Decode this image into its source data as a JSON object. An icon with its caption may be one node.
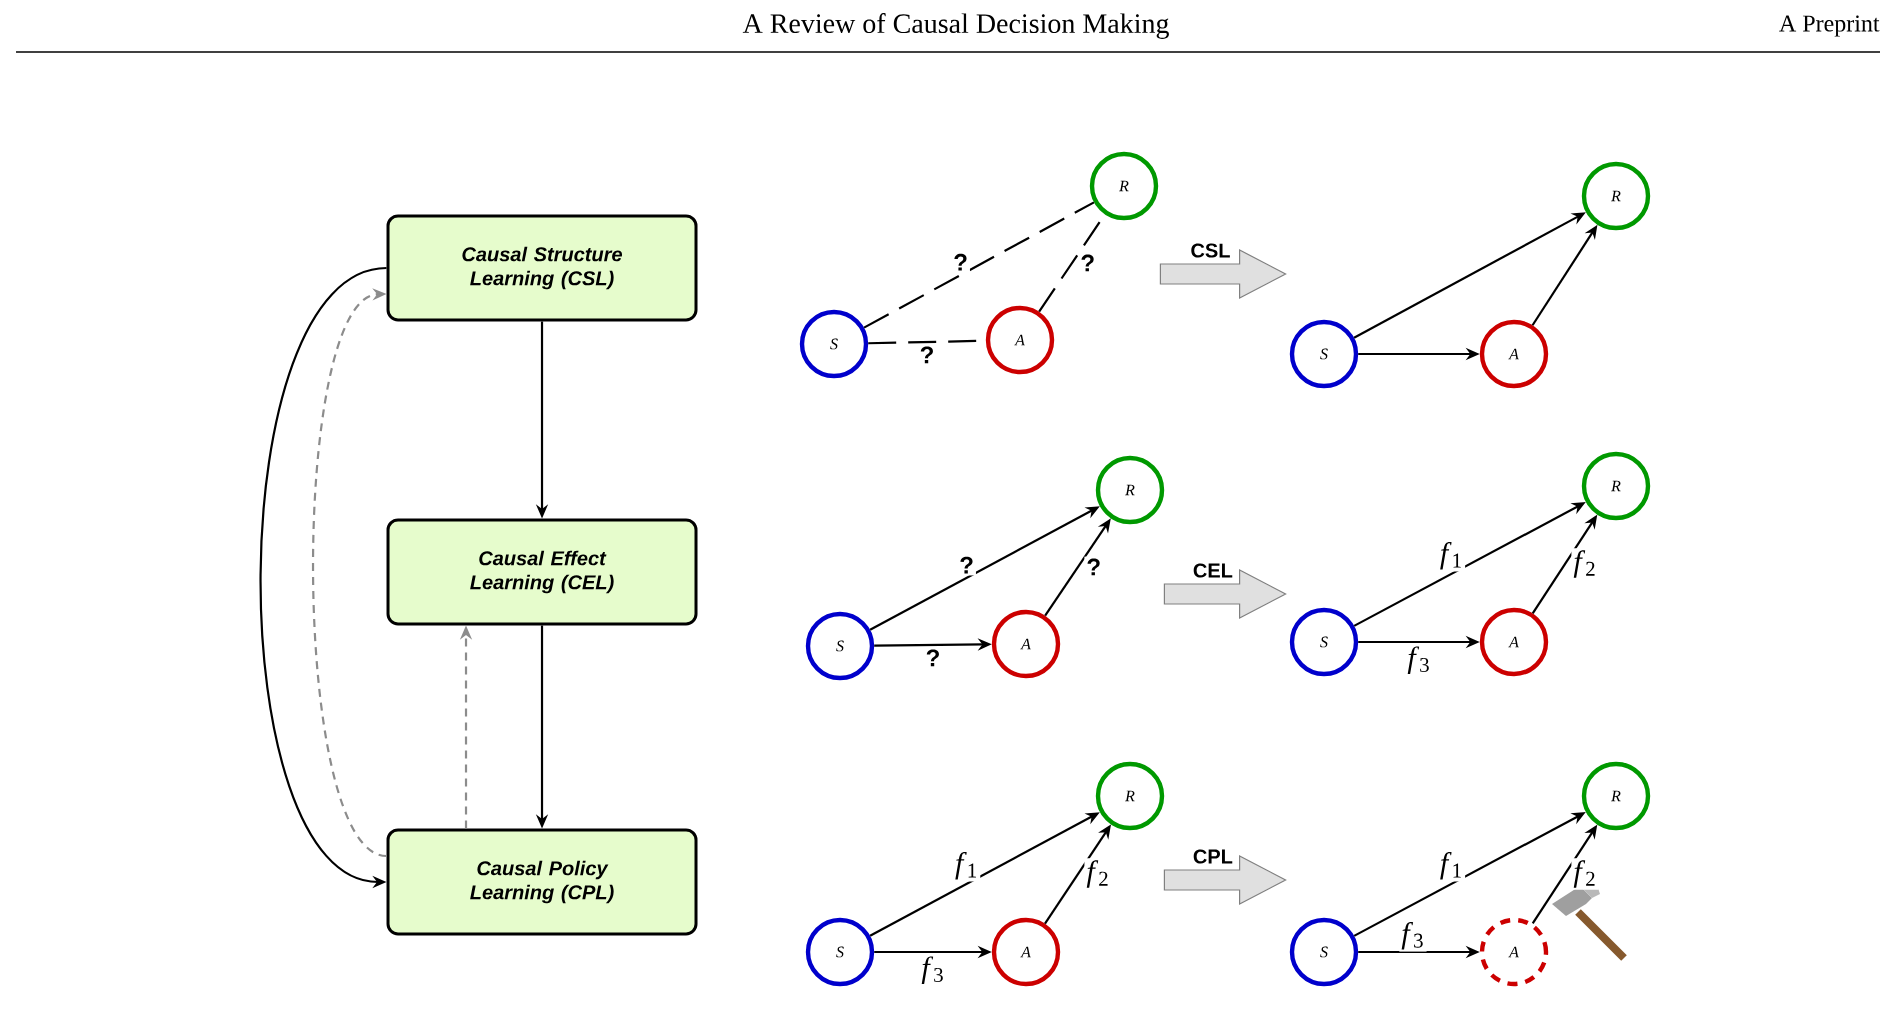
{
  "diagram": {
    "nodes": [
      {
        "text": [
          "Causal Structure Learning (CSL)"
        ]
      },
      {
        "text": [
          "Causal Effect Learning (CEL)"
        ]
      },
      {
        "text": [
          "Causal Policy Learning (CPL)"
        ]
      },
      {
        "text": [],
        "shape": "picture"
      },
      {
        "text": [
          "S"
        ],
        "in": 3
      },
      {
        "text": [
          "A"
        ],
        "in": 3
      },
      {
        "text": [
          "R"
        ],
        "in": 3
      },
      {
        "text": [],
        "shape": "picture"
      },
      {
        "text": [
          "S"
        ],
        "in": 7
      },
      {
        "text": [
          "A"
        ],
        "in": 7
      },
      {
        "text": [
          "R"
        ],
        "in": 7
      },
      {
        "text": [],
        "shape": "picture"
      },
      {
        "text": [
          "S"
        ],
        "in": 11
      },
      {
        "text": [
          "A"
        ],
        "in": 11
      },
      {
        "text": [
          "R"
        ],
        "in": 11
      },
      {
        "text": [],
        "shape": "picture"
      },
      {
        "text": [
          "S"
        ],
        "in": 15
      },
      {
        "text": [
          "A"
        ],
        "in": 15
      },
      {
        "text": [
          "R"
        ],
        "in": 15
      },
      {
        "text": [],
        "shape": "picture"
      },
      {
        "text": [
          "S"
        ],
        "in": 19
      },
      {
        "text": [
          "A"
        ],
        "in": 19
      },
      {
        "text": [
          "R"
        ],
        "in": 19
      },
      {
        "text": [],
        "shape": "picture"
      },
      {
        "text": [
          "S"
        ],
        "in": 23
      },
      {
        "text": [
          "A"
        ],
        "in": 23
      },
      {
        "text": [
          "R"
        ],
        "in": 23
      }
    ],
    "edges": [
      {
        "from": 0,
        "to": 1,
        "arrow": "to"
      },
      {
        "from": 1,
        "to": 2,
        "arrow": "to"
      },
      {
        "from": 0,
        "to": 2,
        "arrow": "to"
      },
      {
        "from": 2,
        "to": 0,
        "arrow": "to",
        "style": "dashed",
        "color": "#8c8c8c"
      },
      {
        "from": 2,
        "to": 1,
        "arrow": "to",
        "style": "dashed",
        "color": "#8c8c8c"
      },
      {
        "from": 4,
        "to": 6,
        "arrow": "none",
        "style": "dashed",
        "label": "?"
      },
      {
        "from": 5,
        "to": 6,
        "arrow": "none",
        "style": "dashed",
        "label": "?"
      },
      {
        "from": 4,
        "to": 5,
        "arrow": "none",
        "style": "dashed",
        "label": "?"
      },
      {
        "from": 8,
        "to": 10,
        "arrow": "to"
      },
      {
        "from": 9,
        "to": 10,
        "arrow": "to"
      },
      {
        "from": 8,
        "to": 9,
        "arrow": "to"
      },
      {
        "from": 12,
        "to": 14,
        "arrow": "to",
        "label": "?"
      },
      {
        "from": 13,
        "to": 14,
        "arrow": "to",
        "label": "?"
      },
      {
        "from": 12,
        "to": 13,
        "arrow": "to",
        "label": "?"
      },
      {
        "from": 16,
        "to": 18,
        "arrow": "to",
        "label": "*f*$_{1}$"
      },
      {
        "from": 17,
        "to": 18,
        "arrow": "to",
        "label": "*f*$_{2}$"
      },
      {
        "from": 16,
        "to": 17,
        "arrow": "to",
        "label": "*f*$_{3}$"
      },
      {
        "from": 20,
        "to": 22,
        "arrow": "to",
        "label": "*f*$_{1}$"
      },
      {
        "from": 21,
        "to": 22,
        "arrow": "to",
        "label": "*f*$_{2}$"
      },
      {
        "from": 20,
        "to": 21,
        "arrow": "to",
        "label": "*f*$_{3}$"
      },
      {
        "from": 24,
        "to": 26,
        "arrow": "to",
        "label": "*f*$_{1}$"
      },
      {
        "from": 25,
        "to": 26,
        "arrow": "to",
        "label": "*f*$_{2}$"
      },
      {
        "from": 24,
        "to": 25,
        "arrow": "to",
        "label": "*f*$_{3}$"
      },
      {
        "from": 3,
        "to": 7,
        "arrow": "to",
        "style": "thick",
        "label": "CSL"
      },
      {
        "from": 11,
        "to": 15,
        "arrow": "to",
        "style": "thick",
        "label": "CEL"
      },
      {
        "from": 19,
        "to": 23,
        "arrow": "to",
        "style": "thick",
        "label": "CPL"
      }
    ],
    "labels": [
      "A Review of Causal Decision Making",
      "A Preprint"
    ]
  }
}
